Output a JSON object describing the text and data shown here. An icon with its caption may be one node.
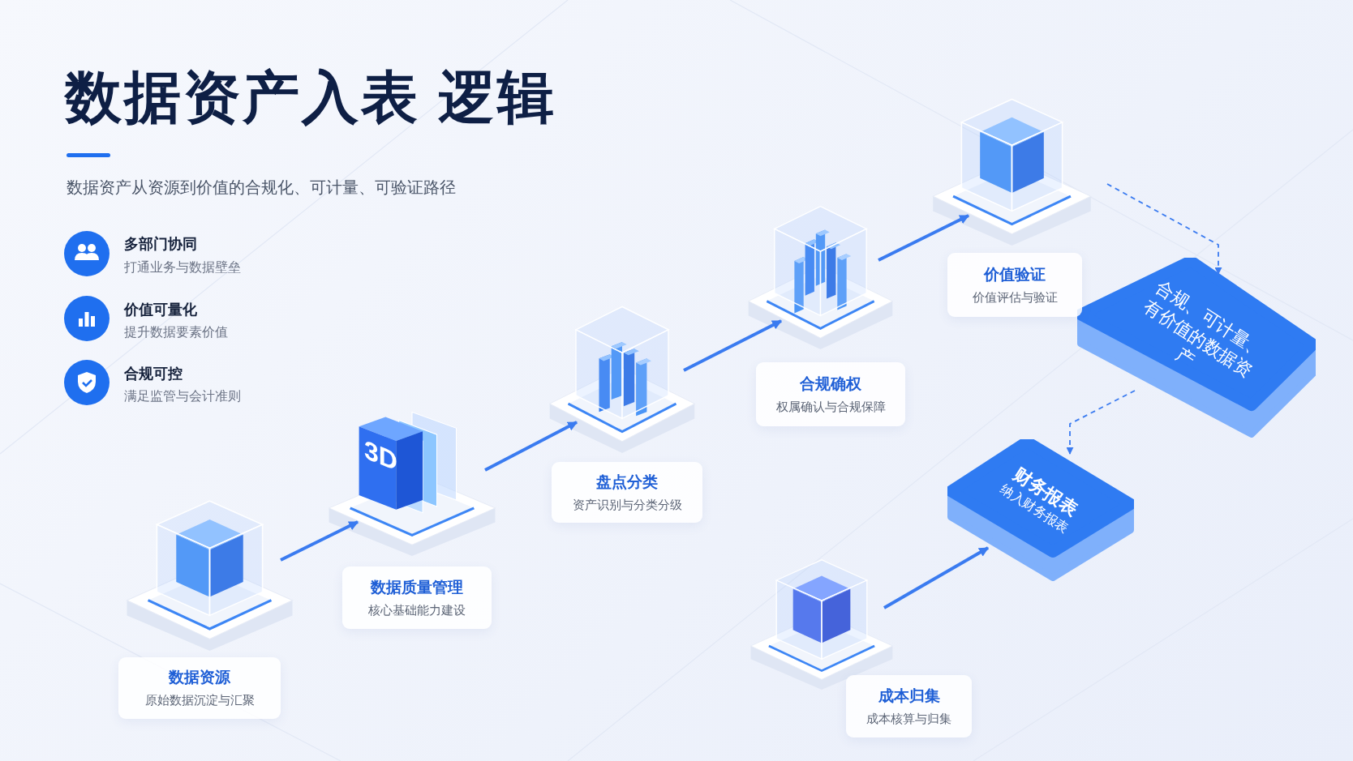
{
  "diagram": {
    "title": "数据资产入表 逻辑",
    "nodes": [
      {
        "text": [],
        "shape": "picture"
      },
      {
        "text": [
          "数据资源",
          "原始数据沉淀与汇聚"
        ]
      },
      {
        "text": [],
        "shape": "picture"
      },
      {
        "text": [
          "数据质量管理",
          "核心基础能力建设"
        ]
      },
      {
        "text": [],
        "shape": "picture"
      },
      {
        "text": [
          "盘点分类",
          "资产识别与分类分级"
        ]
      },
      {
        "text": [],
        "shape": "picture"
      },
      {
        "text": [
          "合规确权",
          "权属确认与合规保障"
        ]
      },
      {
        "text": [],
        "shape": "picture"
      },
      {
        "text": [
          "价值验证",
          "价值评估与验证"
        ]
      },
      {
        "text": [
          "合规、可计量、有价值的数据资产"
        ]
      },
      {
        "text": [
          "财务报表",
          "纳入财务报表"
        ]
      },
      {
        "text": [],
        "shape": "picture"
      },
      {
        "text": [
          "成本归集",
          "成本核算与归集"
        ]
      }
    ],
    "edges": [
      {
        "from": 0,
        "to": 2,
        "arrow": "to"
      },
      {
        "from": 2,
        "to": 4,
        "arrow": "to"
      },
      {
        "from": 4,
        "to": 6,
        "arrow": "to"
      },
      {
        "from": 6,
        "to": 8,
        "arrow": "to"
      },
      {
        "from": 8,
        "to": 10,
        "arrow": "to",
        "style": "dashed"
      },
      {
        "from": 10,
        "to": 11,
        "arrow": "to",
        "style": "dashed"
      },
      {
        "from": 12,
        "to": 11,
        "arrow": "to"
      }
    ],
    "labels": [
      "数据资产从资源到价值的合规化、可计量、可验证路径",
      "多部门协同",
      "打通业务与数据壁垒",
      "价值可量化",
      "提升数据要素价值",
      "合规可控",
      "满足监管与会计准则",
      "3D"
    ]
  }
}
